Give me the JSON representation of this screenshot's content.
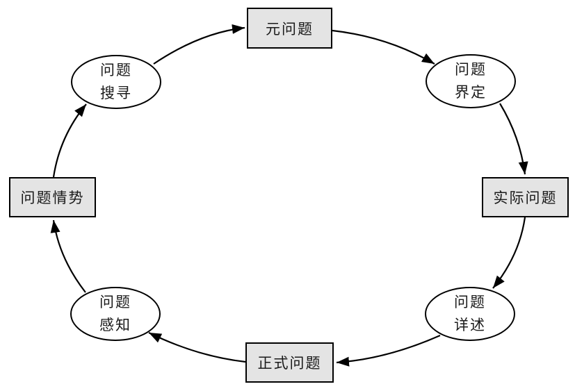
{
  "diagram": {
    "type": "cycle-flow-diagram",
    "background": "#ffffff",
    "colors": {
      "rect_fill": "#e4e4e4",
      "ellipse_fill": "#ffffff",
      "node_border": "#000000",
      "arrow": "#000000",
      "text": "#1a1a1a"
    },
    "nodes": [
      {
        "id": "meta-problem",
        "label": "元问题",
        "shape": "rectangle",
        "position": "top"
      },
      {
        "id": "problem-definition",
        "label": "问题界定",
        "lines": [
          "问题",
          "界定"
        ],
        "shape": "ellipse",
        "position": "top-right"
      },
      {
        "id": "actual-problem",
        "label": "实际问题",
        "shape": "rectangle",
        "position": "right"
      },
      {
        "id": "problem-elaboration",
        "label": "问题详述",
        "lines": [
          "问题",
          "详述"
        ],
        "shape": "ellipse",
        "position": "bottom-right"
      },
      {
        "id": "formal-problem",
        "label": "正式问题",
        "shape": "rectangle",
        "position": "bottom"
      },
      {
        "id": "problem-perception",
        "label": "问题感知",
        "lines": [
          "问题",
          "感知"
        ],
        "shape": "ellipse",
        "position": "bottom-left"
      },
      {
        "id": "problem-situation",
        "label": "问题情势",
        "shape": "rectangle",
        "position": "left"
      },
      {
        "id": "problem-search",
        "label": "问题搜寻",
        "lines": [
          "问题",
          "搜寻"
        ],
        "shape": "ellipse",
        "position": "top-left"
      }
    ],
    "edges": [
      {
        "from": "问题搜寻",
        "to": "元问题"
      },
      {
        "from": "元问题",
        "to": "问题界定"
      },
      {
        "from": "问题界定",
        "to": "实际问题"
      },
      {
        "from": "实际问题",
        "to": "问题详述"
      },
      {
        "from": "问题详述",
        "to": "正式问题"
      },
      {
        "from": "正式问题",
        "to": "问题感知"
      },
      {
        "from": "问题感知",
        "to": "问题情势"
      },
      {
        "from": "问题情势",
        "to": "问题搜寻"
      }
    ],
    "flow_direction": "clockwise"
  }
}
